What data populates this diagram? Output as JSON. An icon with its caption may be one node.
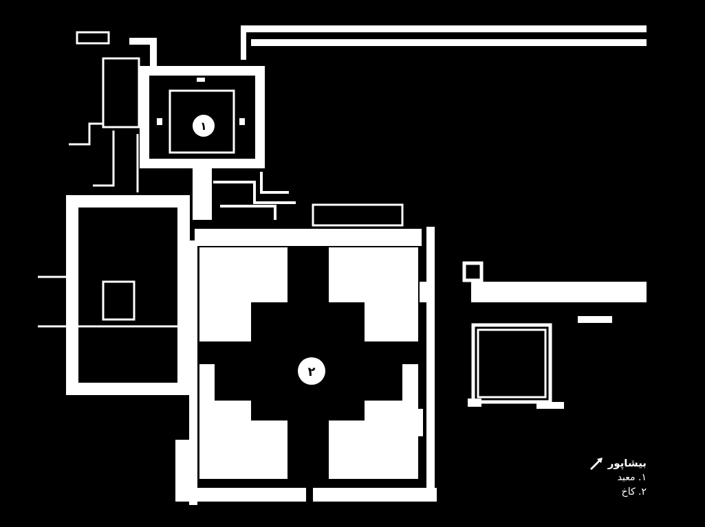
{
  "diagram": {
    "title": "بیشاپور",
    "labels": [
      "۱",
      "۲"
    ],
    "legend": [
      {
        "text": "۱. معبد"
      },
      {
        "text": "۲. کاخ"
      }
    ]
  }
}
